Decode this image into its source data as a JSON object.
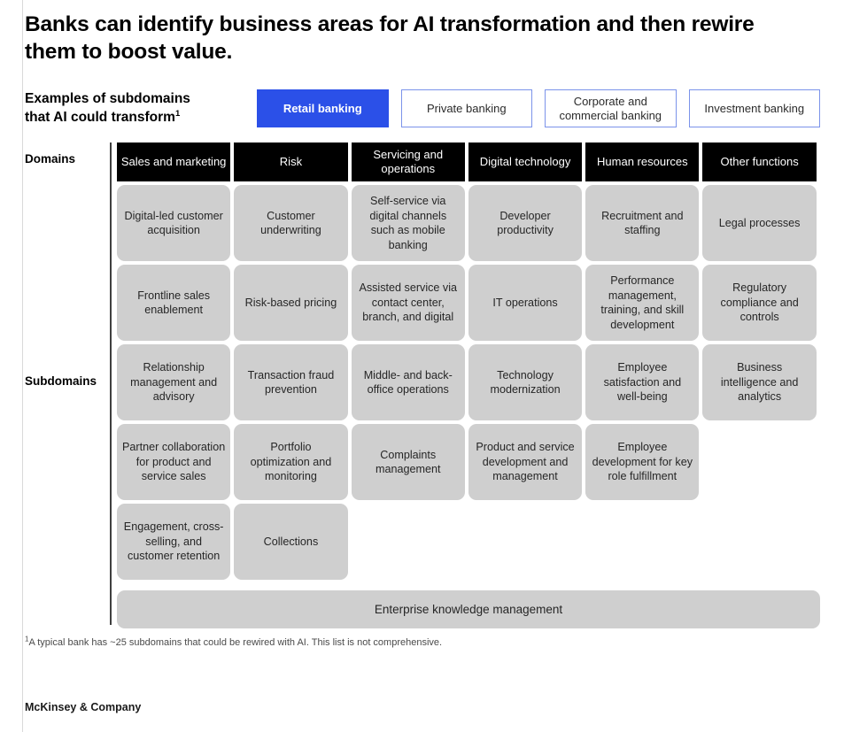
{
  "title": "Banks can identify business areas for AI transformation and then rewire them to boost value.",
  "tabs_label": {
    "line1": "Examples of subdomains",
    "line2": "that AI could transform",
    "superscript": "1"
  },
  "tabs": [
    {
      "label": "Retail banking",
      "active": true
    },
    {
      "label": "Private banking",
      "active": false
    },
    {
      "label": "Corporate and commercial banking",
      "active": false
    },
    {
      "label": "Investment banking",
      "active": false
    }
  ],
  "row_labels": {
    "domains": "Domains",
    "subdomains": "Subdomains"
  },
  "domains": [
    "Sales and marketing",
    "Risk",
    "Servicing and operations",
    "Digital technology",
    "Human resources",
    "Other functions"
  ],
  "subdomain_rows": [
    [
      "Digital-led customer acquisition",
      "Customer underwriting",
      "Self-service via digital channels such as mobile banking",
      "Developer productivity",
      "Recruitment and staffing",
      "Legal processes"
    ],
    [
      "Frontline sales enablement",
      "Risk-based pricing",
      "Assisted service via contact center, branch, and digital",
      "IT operations",
      "Performance management, training, and skill development",
      "Regulatory compliance and controls"
    ],
    [
      "Relationship management and advisory",
      "Transaction fraud prevention",
      "Middle- and back-office operations",
      "Technology modernization",
      "Employee satisfaction and well-being",
      "Business intelligence and analytics"
    ],
    [
      "Partner collaboration for product and service sales",
      "Portfolio optimization and monitoring",
      "Complaints management",
      "Product and service development and management",
      "Employee development for key role fulfillment",
      ""
    ],
    [
      "Engagement, cross-selling, and customer retention",
      "Collections",
      "",
      "",
      "",
      ""
    ]
  ],
  "enterprise_bar": "Enterprise knowledge management",
  "footnote": {
    "marker": "1",
    "text": "A typical bank has ~25 subdomains that could be rewired with AI. This list is not comprehensive."
  },
  "brand": "McKinsey & Company",
  "colors": {
    "accent": "#2b50e8",
    "tab_border": "#7b93ea",
    "domain_header_bg": "#000000",
    "cell_bg": "#cfcfcf",
    "divider": "#3f3f3f"
  }
}
